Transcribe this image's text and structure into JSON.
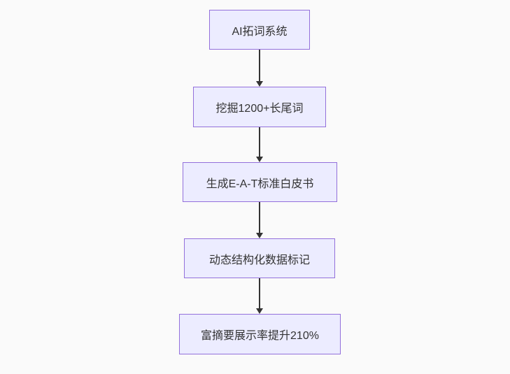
{
  "flowchart": {
    "type": "flowchart-top-down",
    "background_color": "#fafafa",
    "node_fill_color": "#ECECFF",
    "node_border_color": "#9370DB",
    "text_color": "#333333",
    "arrow_color": "#333333",
    "nodes": [
      {
        "id": "node-0",
        "label": "AI拓词系统"
      },
      {
        "id": "node-1",
        "label": "挖掘1200+长尾词"
      },
      {
        "id": "node-2",
        "label": "生成E-A-T标准白皮书"
      },
      {
        "id": "node-3",
        "label": "动态结构化数据标记"
      },
      {
        "id": "node-4",
        "label": "富摘要展示率提升210%"
      }
    ],
    "edges": [
      {
        "from": "node-0",
        "to": "node-1",
        "style": "arrow-down"
      },
      {
        "from": "node-1",
        "to": "node-2",
        "style": "arrow-down"
      },
      {
        "from": "node-2",
        "to": "node-3",
        "style": "arrow-down"
      },
      {
        "from": "node-3",
        "to": "node-4",
        "style": "arrow-down"
      }
    ]
  }
}
